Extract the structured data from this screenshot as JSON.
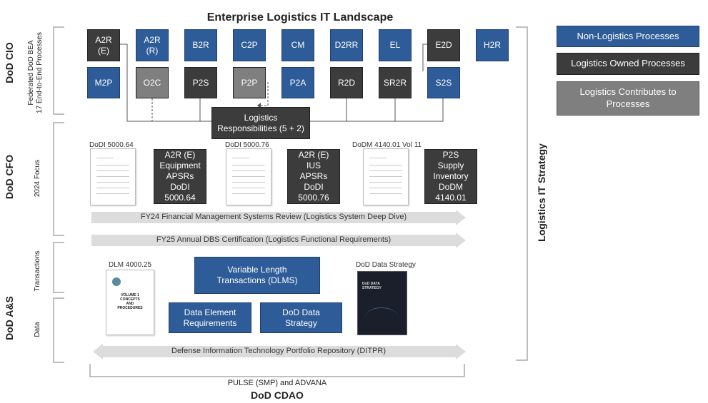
{
  "title": "Enterprise Logistics IT Landscape",
  "legend": {
    "non_logistics": "Non-Logistics Processes",
    "logistics_owned": "Logistics Owned Processes",
    "logistics_contributes": "Logistics Contributes to\nProcesses"
  },
  "colors": {
    "blue": "#2e5c99",
    "dark": "#3c3c3c",
    "grey": "#7f7f7f",
    "arrow": "#dcdcdc"
  },
  "side_labels": {
    "cio": "DoD CIO",
    "cio_sub": "Federated DoD BEA\n17 End-to-End Processes",
    "cfo": "DoD CFO",
    "cfo_sub": "2024 Focus",
    "as": "DoD A&S",
    "transactions": "Transactions",
    "data": "Data",
    "strategy": "Logistics IT Strategy"
  },
  "processes": {
    "a2r_e": "A2R\n(E)",
    "a2r_r": "A2R\n(R)",
    "b2r": "B2R",
    "c2p": "C2P",
    "cm": "CM",
    "d2rr": "D2RR",
    "el": "EL",
    "e2d": "E2D",
    "h2r": "H2R",
    "m2p": "M2P",
    "o2c": "O2C",
    "p2s": "P2S",
    "p2p": "P2P",
    "p2a": "P2A",
    "r2d": "R2D",
    "sr2r": "SR2R",
    "s2s": "S2S"
  },
  "logistics_responsibilities": "Logistics\nResponsibilities (5 + 2)",
  "cfo_docs": {
    "doc1_label": "DoDI 5000.64",
    "doc2_label": "DoDI 5000.76",
    "doc3_label": "DoDM 4140.01 Vol 11",
    "box1": "A2R (E)\nEquipment\nAPSRs\nDoDI\n5000.64",
    "box2": "A2R (E)\nIUS\nAPSRs\nDoDI\n5000.76",
    "box3": "P2S\nSupply\nInventory\nDoDM\n4140.01"
  },
  "arrows": {
    "fy24": "FY24 Financial Management Systems Review (Logistics System Deep Dive)",
    "fy25": "FY25 Annual DBS Certification (Logistics Functional Requirements)",
    "ditpr": "Defense Information Technology Portfolio Repository (DITPR)"
  },
  "as_section": {
    "dlm_label": "DLM 4000.25",
    "dlm_cover_title": "VOLUME 1\nCONCEPTS\nAND\nPROCEDURES",
    "dlms": "Variable Length\nTransactions (DLMS)",
    "data_elements": "Data Element\nRequirements",
    "data_strategy": "DoD Data\nStrategy",
    "strategy_label": "DoD Data Strategy",
    "strategy_cover": "DoD DATA\nSTRATEGY"
  },
  "bottom": {
    "pulse": "PULSE (SMP) and ADVANA",
    "cdao": "DoD CDAO"
  }
}
